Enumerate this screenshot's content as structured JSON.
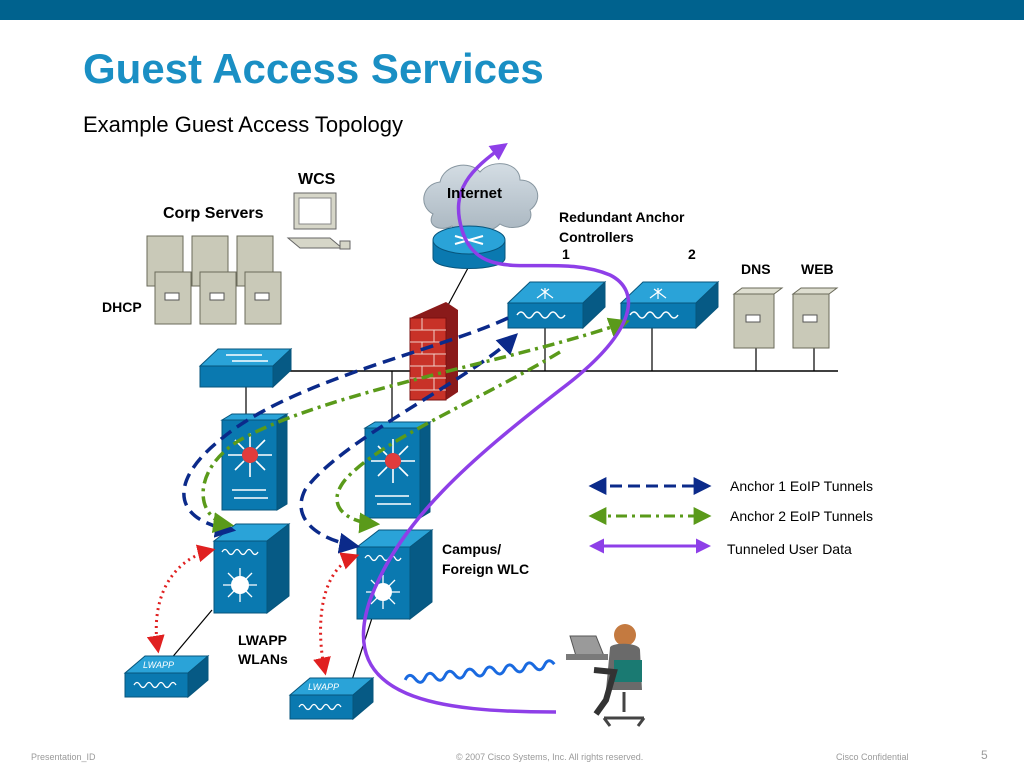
{
  "slide": {
    "title": "Guest Access Services",
    "subtitle": "Example Guest Access Topology",
    "colors": {
      "bar": "#00628e",
      "title": "#1a8fc4",
      "anchor1": "#0b2a8a",
      "anchor2": "#5a9a1a",
      "userdata": "#8e3fe8",
      "lwapp": "#e02020"
    }
  },
  "labels": {
    "wcs": "WCS",
    "corp_servers": "Corp Servers",
    "dhcp": "DHCP",
    "internet": "Internet",
    "anchor_title_1": "Redundant Anchor",
    "anchor_title_2": "Controllers",
    "anchor_num_1": "1",
    "anchor_num_2": "2",
    "dns": "DNS",
    "web": "WEB",
    "campus_1": "Campus/",
    "campus_2": "Foreign WLC",
    "lwapp_1": "LWAPP",
    "lwapp_2": "WLANs",
    "ap_tag": "LWAPP"
  },
  "legend": [
    {
      "label": "Anchor 1 EoIP Tunnels",
      "style": "dashed",
      "color": "#0b2a8a"
    },
    {
      "label": "Anchor 2 EoIP Tunnels",
      "style": "dashdot",
      "color": "#5a9a1a"
    },
    {
      "label": "Tunneled User Data",
      "style": "solid",
      "color": "#8e3fe8"
    }
  ],
  "footer": {
    "left": "Presentation_ID",
    "center": "© 2007 Cisco Systems, Inc. All rights reserved.",
    "right": "Cisco Confidential",
    "page": "5"
  }
}
